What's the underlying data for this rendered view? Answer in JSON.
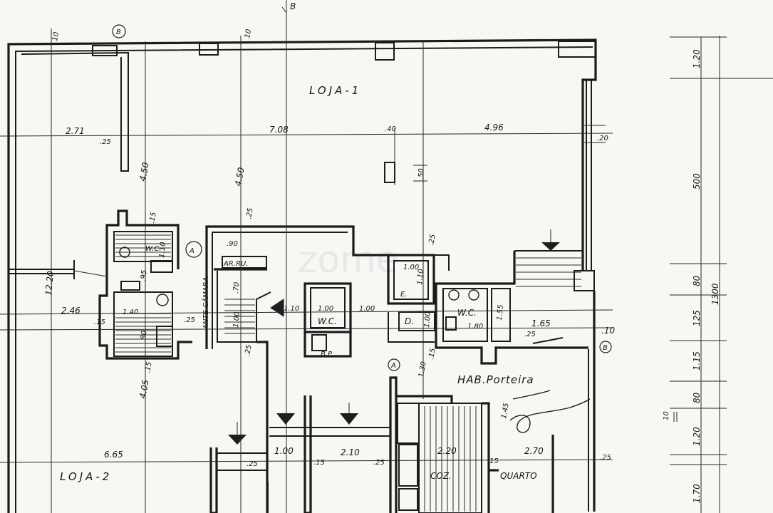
{
  "section_mark": "B",
  "column_tags": [
    "B",
    "A",
    "A",
    "B"
  ],
  "room_labels": {
    "loja1": "LOJA-1",
    "loja2": "LOJA-2",
    "ante_camara": "ANTE-CÂMARA",
    "hab_porteira": "HAB.Porteira",
    "quarto": "QUARTO",
    "coz": "COZ.",
    "wc_a": "W.C.",
    "wc_b": "W.C.",
    "wc_c": "W.C.",
    "ar_ru": "AR.RU.",
    "d": "D.",
    "bp": "B.P.",
    "e": "E."
  },
  "top_marks": [
    "10",
    "10"
  ],
  "upper_dims": [
    "2.71",
    "7.08",
    "4.96",
    ".20",
    ".25",
    ".40",
    ".50"
  ],
  "vertical_dims": [
    "4.50",
    "4.50",
    "12.20",
    "4.05",
    ".15",
    ".25",
    ".25",
    "1.30",
    ".15",
    ".25",
    "1.45"
  ],
  "core_dims": [
    ".90",
    ".70",
    "1.00",
    "1.10",
    "1.00",
    "1.00",
    "1.00",
    "1.10",
    "1.00",
    "1.55",
    "1.80",
    "1.40",
    ".80",
    "1.10",
    ".95"
  ],
  "mid_row_dims": [
    "2.46",
    ".15",
    ".25",
    ".15",
    "1.65",
    ".25",
    ".10"
  ],
  "lower_dims": [
    "6.65",
    ".25",
    "1.00",
    ".15",
    "2.10",
    ".25",
    "2.20",
    ".15",
    "2.70",
    ".25"
  ],
  "right_column_dims": [
    "1.20",
    "500",
    "80",
    "125",
    "1.15",
    "80",
    "1.20",
    "1.70"
  ],
  "right_total": "1300",
  "right_small": "10",
  "watermark": "zome"
}
